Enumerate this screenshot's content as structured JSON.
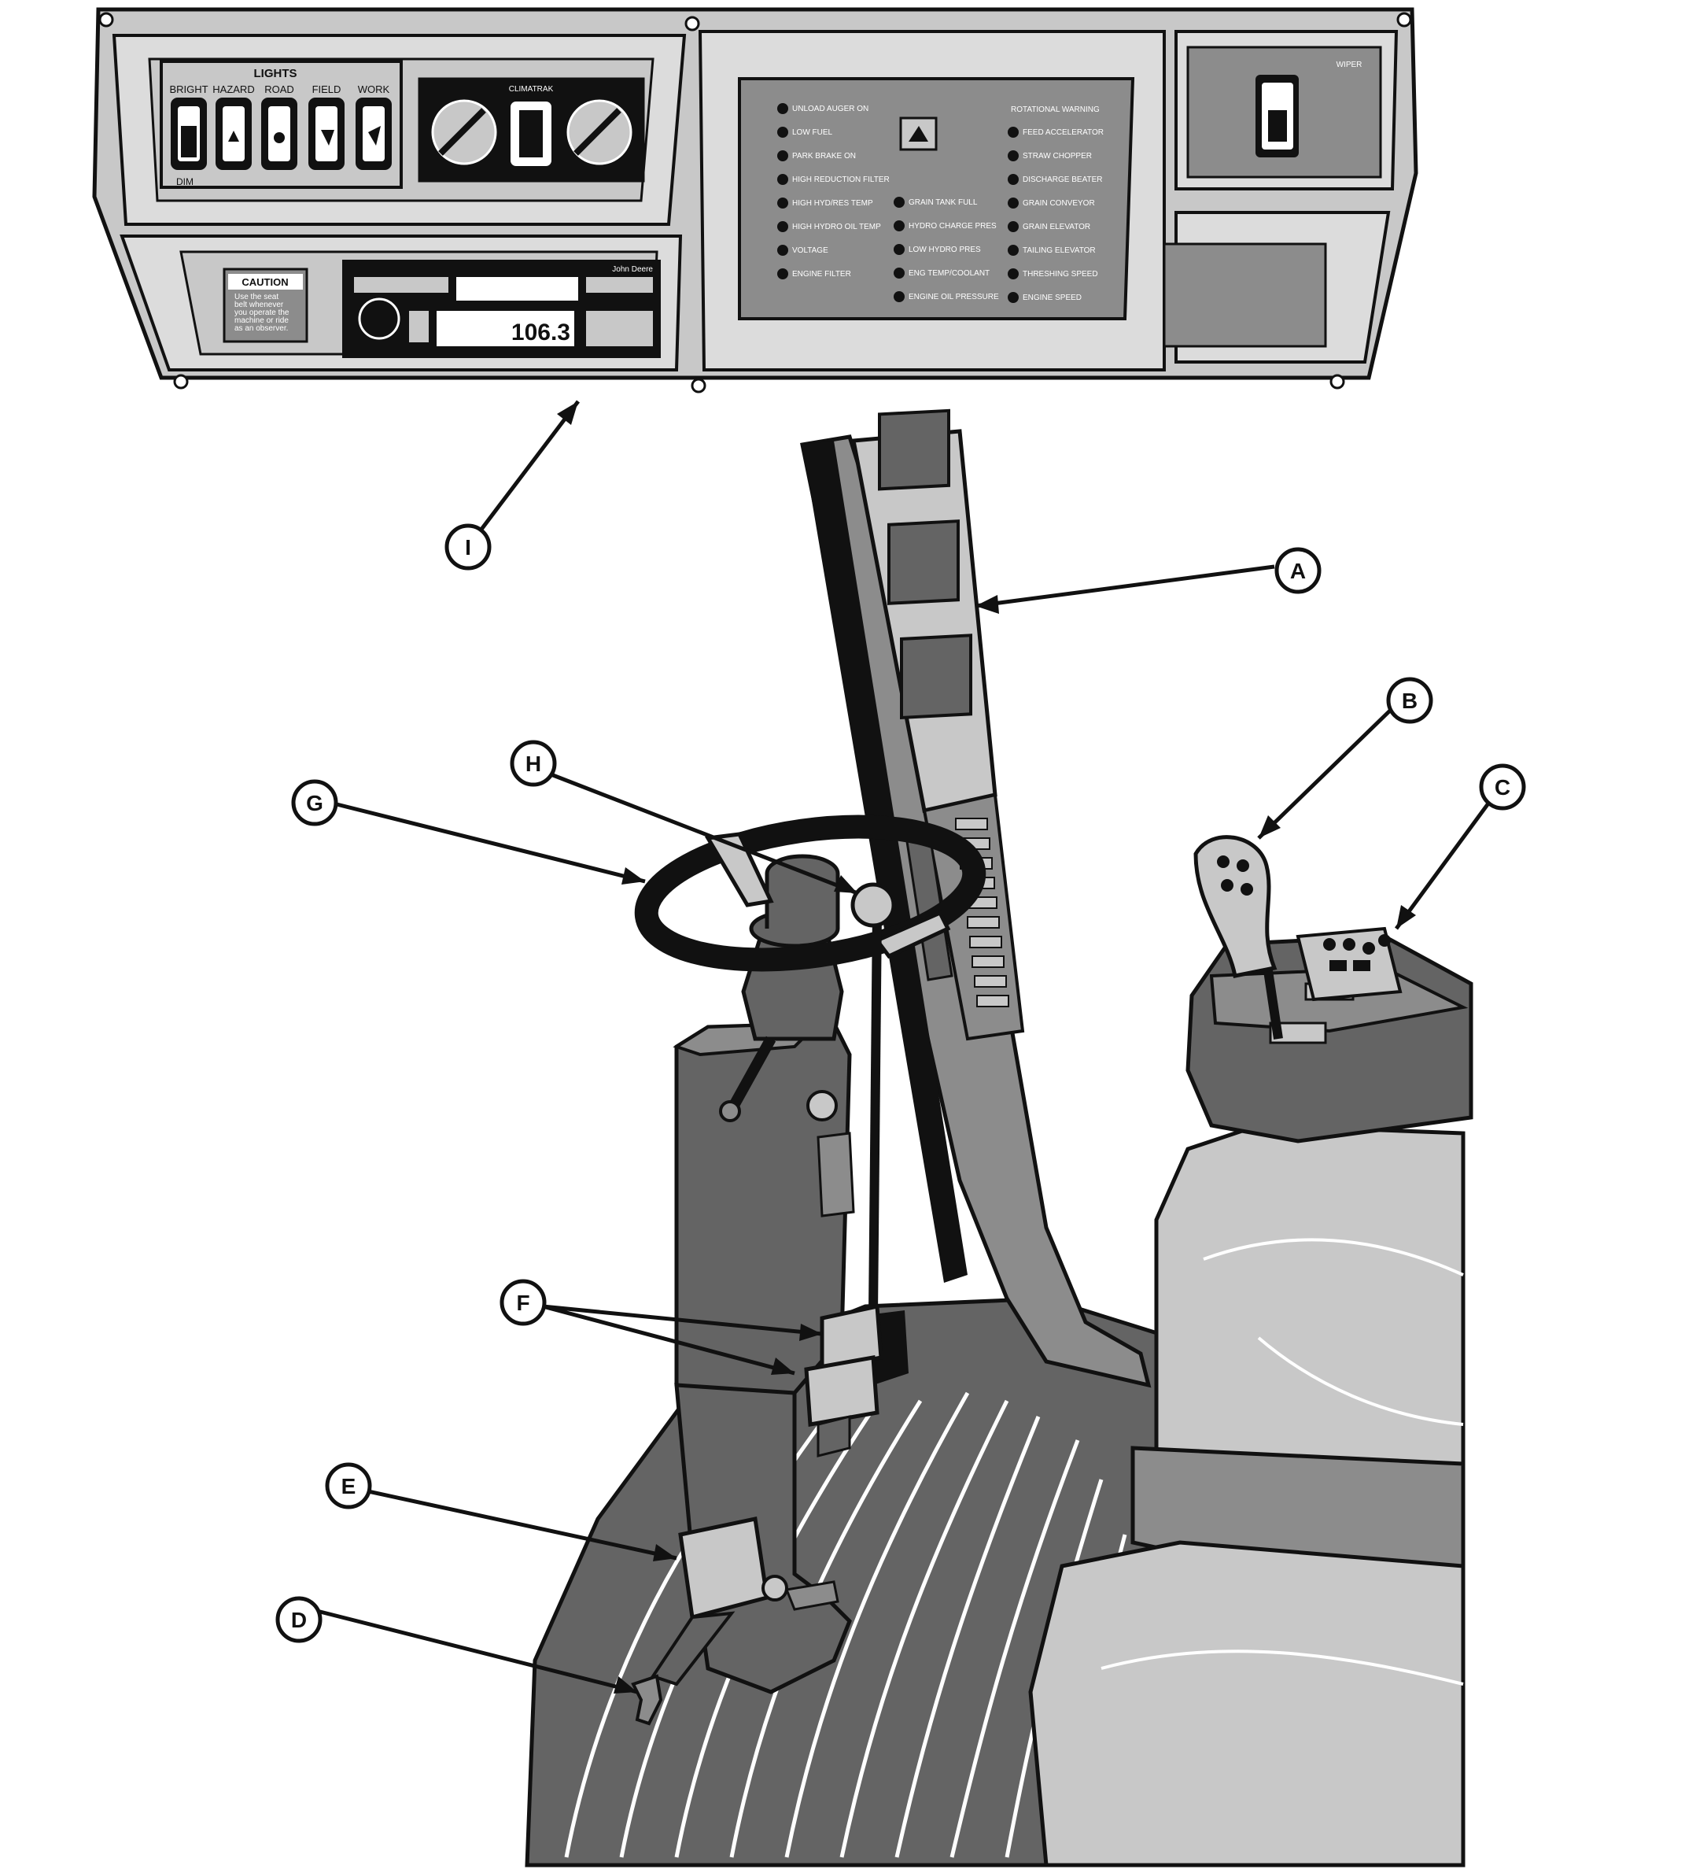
{
  "dash": {
    "lights": {
      "title": "LIGHTS",
      "switches": [
        "BRIGHT",
        "HAZARD",
        "ROAD",
        "FIELD",
        "WORK"
      ],
      "dim": "DIM"
    },
    "climatrak": "CLIMATRAK",
    "caution": {
      "title": "CAUTION",
      "lines": [
        "Use the seat",
        "belt whenever",
        "you operate the",
        "machine or ride",
        "as an observer."
      ]
    },
    "radio": {
      "brand": "John Deere",
      "display": "106.3"
    },
    "wiper": "WIPER",
    "indicators_left": [
      "UNLOAD AUGER ON",
      "LOW FUEL",
      "PARK BRAKE ON",
      "HIGH REDUCTION FILTER",
      "HIGH HYD/RES TEMP",
      "HIGH HYDRO OIL TEMP",
      "VOLTAGE",
      "ENGINE FILTER"
    ],
    "indicators_center": [
      "GRAIN TANK FULL",
      "HYDRO CHARGE PRES",
      "LOW HYDRO PRES",
      "ENG TEMP/COOLANT",
      "ENGINE OIL PRESSURE"
    ],
    "indicators_right_title": "ROTATIONAL WARNING",
    "indicators_right": [
      "FEED ACCELERATOR",
      "STRAW CHOPPER",
      "DISCHARGE BEATER",
      "GRAIN CONVEYOR",
      "GRAIN ELEVATOR",
      "TAILING ELEVATOR",
      "THRESHING SPEED",
      "ENGINE SPEED"
    ]
  },
  "callouts": [
    "A",
    "B",
    "C",
    "D",
    "E",
    "F",
    "G",
    "H",
    "I"
  ],
  "colors": {
    "panel": "#c8c8c8",
    "dark": "#646464",
    "mid": "#8c8c8c",
    "light": "#dcdcdc",
    "black": "#111111"
  }
}
